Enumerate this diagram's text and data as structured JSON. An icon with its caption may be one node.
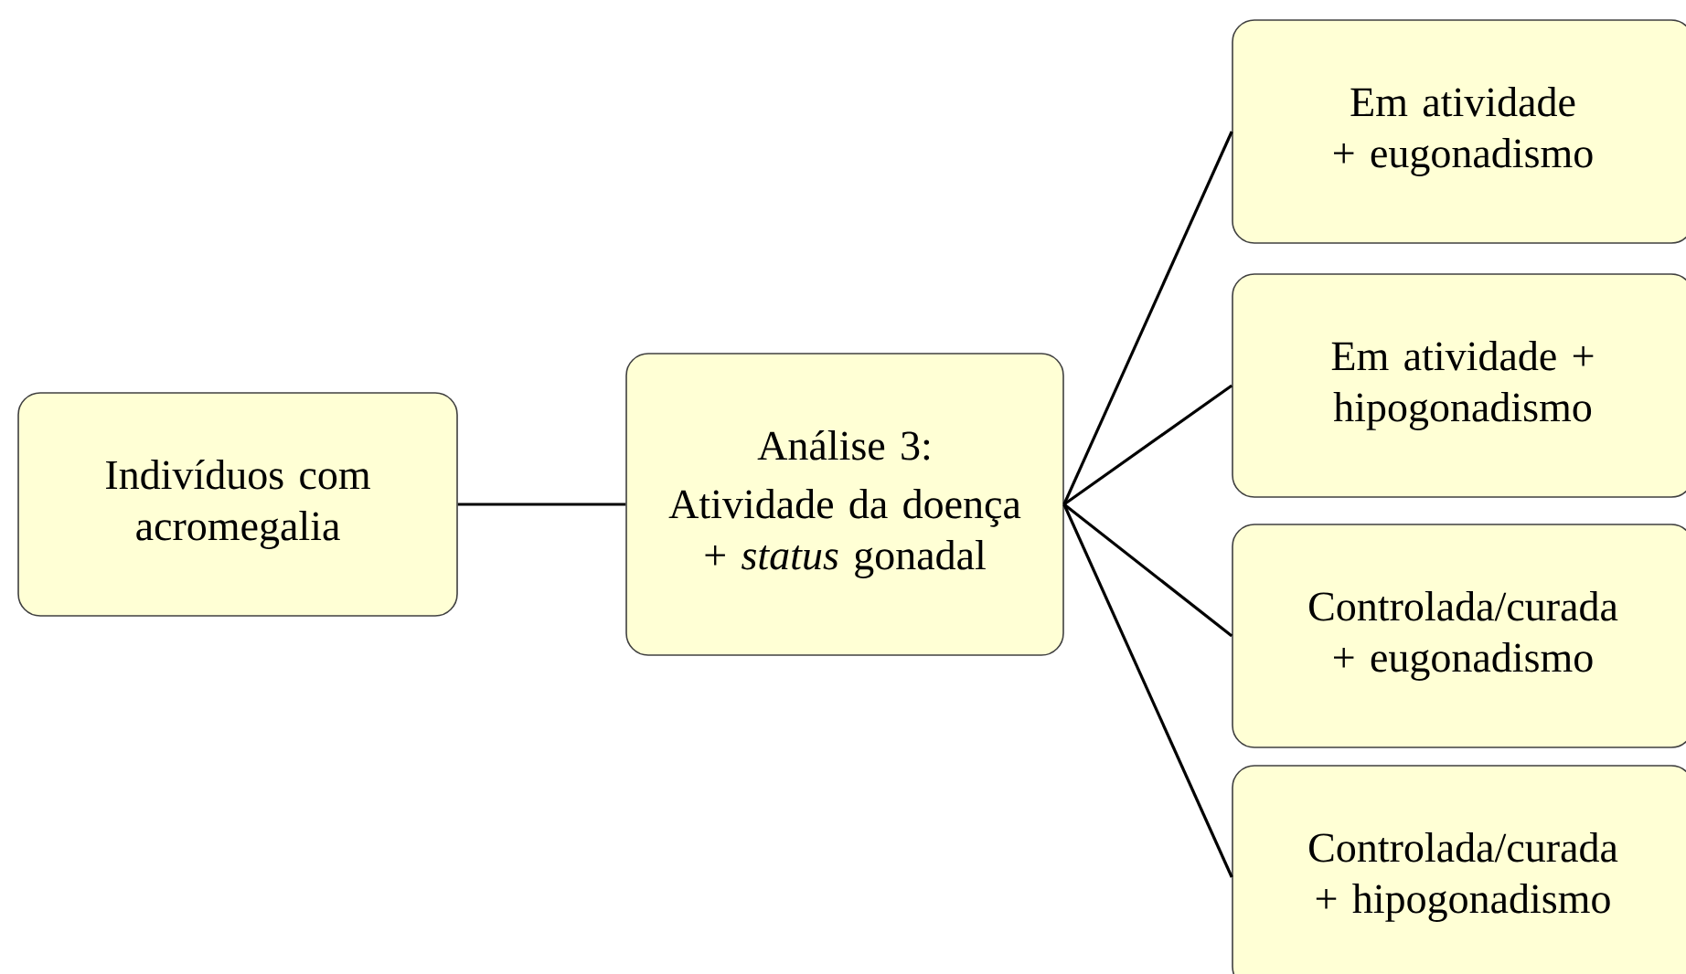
{
  "diagram": {
    "nodes": [
      {
        "text": [
          "Indivíduos com acromegalia"
        ]
      },
      {
        "text": [
          "Análise 3:",
          "Atividade da doença + *status* gonadal"
        ]
      },
      {
        "text": [
          "Em atividade + eugonadismo"
        ]
      },
      {
        "text": [
          "Em atividade + hipogonadismo"
        ]
      },
      {
        "text": [
          "Controlada/curada + eugonadismo"
        ]
      },
      {
        "text": [
          "Controlada/curada + hipogonadismo"
        ]
      }
    ],
    "edges": [
      {
        "from": 0,
        "to": 1,
        "arrow": "none"
      },
      {
        "from": 1,
        "to": 2,
        "arrow": "none"
      },
      {
        "from": 1,
        "to": 3,
        "arrow": "none"
      },
      {
        "from": 1,
        "to": 4,
        "arrow": "none"
      },
      {
        "from": 1,
        "to": 5,
        "arrow": "none"
      }
    ]
  }
}
